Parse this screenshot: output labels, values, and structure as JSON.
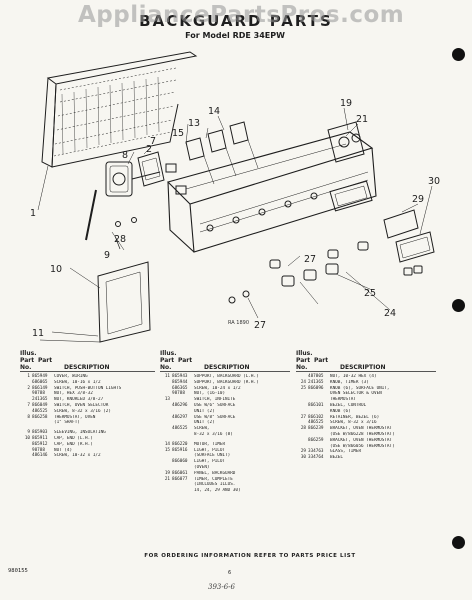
{
  "watermark": "AppliancePartsPros.com",
  "title": "BACKGUARD PARTS",
  "subtitle": "For Model RDE 34EPW",
  "drawing_ref": "RA 1890",
  "callouts": [
    "1",
    "2",
    "7",
    "8",
    "9",
    "10",
    "11",
    "13",
    "14",
    "15",
    "19",
    "21",
    "24",
    "25",
    "27",
    "27",
    "28",
    "29",
    "30"
  ],
  "columns": {
    "illus": "Illus.",
    "part": "Part",
    "no": "No.",
    "description": "DESCRIPTION"
  },
  "parts_lists": [
    {
      "groups": [
        [
          {
            "illus": "1",
            "part": "865949",
            "desc": "COVER, WIRING"
          },
          {
            "illus": "",
            "part": "686065",
            "desc": "SCREW, 10-16 x 1/2"
          },
          {
            "illus": "2",
            "part": "866149",
            "desc": "SWITCH, PUSH-BUTTON LIGHTS"
          },
          {
            "illus": "",
            "part": "98788",
            "desc": "NUT, HEX 3/8-32"
          },
          {
            "illus": "",
            "part": "241365",
            "desc": "NUT, KNURLED 3/8-27"
          },
          {
            "illus": "7",
            "part": "866049",
            "desc": "SWITCH, OVEN SELECTOR"
          },
          {
            "illus": "",
            "part": "486525",
            "desc": "SCREW, 8-32 x 3/16 (2)"
          },
          {
            "illus": "8",
            "part": "866258",
            "desc": "THERMOSTAT, OVEN"
          },
          {
            "illus": "",
            "part": "",
            "desc": "(1\" SHAFT)"
          }
        ],
        [
          {
            "illus": "9",
            "part": "865903",
            "desc": "SLEEVING, INSULATING"
          },
          {
            "illus": "10",
            "part": "865911",
            "desc": "CAP, END (L.H.)"
          },
          {
            "illus": "",
            "part": "865912",
            "desc": "CAP, END (R.H.)"
          },
          {
            "illus": "",
            "part": "98788",
            "desc": "NUT (4)"
          },
          {
            "illus": "",
            "part": "486146",
            "desc": "SCREW, 10-32 x 1/2"
          }
        ]
      ]
    },
    {
      "groups": [
        [
          {
            "illus": "11",
            "part": "865943",
            "desc": "SUPPORT, BACKGUARD (L.H.)"
          },
          {
            "illus": "",
            "part": "865944",
            "desc": "SUPPORT, BACKGUARD (R.H.)"
          },
          {
            "illus": "",
            "part": "686365",
            "desc": "SCREW, 10-24 x 1/2"
          },
          {
            "illus": "",
            "part": "98788",
            "desc": "NUT, (16-10)"
          },
          {
            "illus": "13",
            "part": "",
            "desc": "SWITCH, INFINITE"
          },
          {
            "illus": "",
            "part": "486296",
            "desc": "USE W/6\" SURFACE"
          },
          {
            "illus": "",
            "part": "",
            "desc": "UNIT (2)"
          },
          {
            "illus": "",
            "part": "486297",
            "desc": "USE W/8\" SURFACE"
          },
          {
            "illus": "",
            "part": "",
            "desc": "UNIT (2)"
          },
          {
            "illus": "",
            "part": "486525",
            "desc": "SCREW,"
          },
          {
            "illus": "",
            "part": "",
            "desc": "8-32 x 3/16 (8)"
          }
        ],
        [
          {
            "illus": "14",
            "part": "866220",
            "desc": "MOTOR, TIMER"
          },
          {
            "illus": "15",
            "part": "865916",
            "desc": "LIGHT, PILOT"
          },
          {
            "illus": "",
            "part": "",
            "desc": "(SURFACE UNIT)"
          },
          {
            "illus": "",
            "part": "866060",
            "desc": "LIGHT, PILOT"
          },
          {
            "illus": "",
            "part": "",
            "desc": "(OVEN)"
          },
          {
            "illus": "19",
            "part": "866061",
            "desc": "PANEL, BACKGUARD"
          },
          {
            "illus": "21",
            "part": "866077",
            "desc": "TIMER, COMPLETE"
          },
          {
            "illus": "",
            "part": "",
            "desc": "(INCLUDES ILLUS."
          },
          {
            "illus": "",
            "part": "",
            "desc": "14, 24, 29 AND 30)"
          }
        ]
      ]
    },
    {
      "groups": [
        [
          {
            "illus": "",
            "part": "487805",
            "desc": "NUT, 10-32 HEX (4)"
          },
          {
            "illus": "24",
            "part": "241365",
            "desc": "KNOB, TIMER (3)"
          },
          {
            "illus": "25",
            "part": "866096",
            "desc": "KNOB (6), SURFACE UNIT,"
          },
          {
            "illus": "",
            "part": "",
            "desc": "OVEN SELECTOR & OVEN"
          },
          {
            "illus": "",
            "part": "",
            "desc": "THERMOSTAT"
          },
          {
            "illus": "",
            "part": "866101",
            "desc": "BEZEL, CONTROL"
          },
          {
            "illus": "",
            "part": "",
            "desc": "KNOB (6)"
          },
          {
            "illus": "27",
            "part": "866102",
            "desc": "RETAINER, BEZEL (6)"
          },
          {
            "illus": "",
            "part": "486525",
            "desc": "SCREW, 8-32 x 3/16"
          },
          {
            "illus": "28",
            "part": "866239",
            "desc": "BRACKET, OVEN THERMOSTAT"
          },
          {
            "illus": "",
            "part": "",
            "desc": "(USE W/866228 THERMOSTAT)"
          },
          {
            "illus": "",
            "part": "866259",
            "desc": "BRACKET, OVEN THERMOSTAT"
          },
          {
            "illus": "",
            "part": "",
            "desc": "(USE W/866056 THERMOSTAT)"
          },
          {
            "illus": "29",
            "part": "334763",
            "desc": "GLASS, TIMER"
          },
          {
            "illus": "30",
            "part": "334764",
            "desc": "BEZEL"
          }
        ]
      ]
    }
  ],
  "footer_note": "FOR ORDERING INFORMATION REFER TO PARTS PRICE LIST",
  "form_number": "980155",
  "page_number": "6",
  "handwritten_note": "393-6-6"
}
